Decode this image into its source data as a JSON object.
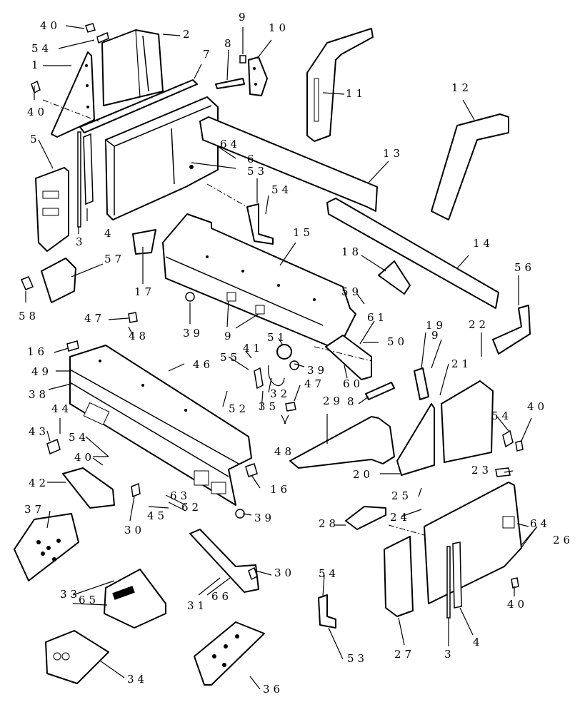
{
  "callouts": [
    "40",
    "54",
    "2",
    "9",
    "10",
    "8",
    "7",
    "1",
    "11",
    "12",
    "40",
    "5",
    "64",
    "6",
    "13",
    "53",
    "54",
    "3",
    "4",
    "15",
    "14",
    "18",
    "57",
    "17",
    "56",
    "58",
    "59",
    "39",
    "47",
    "61",
    "9",
    "48",
    "19",
    "22",
    "51",
    "50",
    "16",
    "41",
    "9",
    "21",
    "46",
    "55",
    "39",
    "49",
    "60",
    "38",
    "35",
    "32",
    "47",
    "29",
    "8",
    "44",
    "52",
    "54",
    "40",
    "43",
    "54",
    "48",
    "20",
    "40",
    "23",
    "42",
    "16",
    "63",
    "62",
    "25",
    "45",
    "37",
    "30",
    "39",
    "24",
    "28",
    "64",
    "26",
    "33",
    "65",
    "30",
    "54",
    "31",
    "66",
    "40",
    "34",
    "53",
    "27",
    "3",
    "4",
    "36"
  ]
}
